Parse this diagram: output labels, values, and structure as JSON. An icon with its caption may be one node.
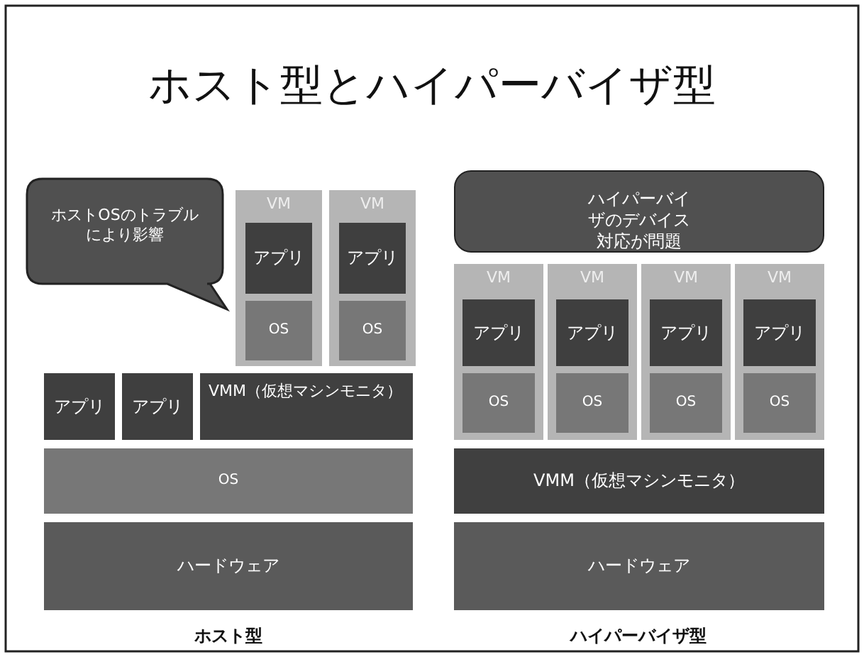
{
  "diagram": {
    "title": "ホスト型とハイパーバイザ型",
    "nodes": [
      {
        "text": [
          "ホストOSのトラブルにより影響"
        ]
      },
      {
        "text": [
          "VM"
        ]
      },
      {
        "text": [
          "アプリ"
        ],
        "in": 1
      },
      {
        "text": [
          "OS"
        ],
        "in": 1
      },
      {
        "text": [
          "VM"
        ]
      },
      {
        "text": [
          "アプリ"
        ],
        "in": 4
      },
      {
        "text": [
          "OS"
        ],
        "in": 4
      },
      {
        "text": [
          "アプリ"
        ]
      },
      {
        "text": [
          "アプリ"
        ]
      },
      {
        "text": [
          "VMM（仮想マシンモニタ）"
        ]
      },
      {
        "text": [
          "OS"
        ]
      },
      {
        "text": [
          "ハードウェア"
        ]
      },
      {
        "text": [
          "ハイパーバイザのデバイス対応が問題"
        ]
      },
      {
        "text": [
          "VM"
        ]
      },
      {
        "text": [
          "アプリ"
        ],
        "in": 13
      },
      {
        "text": [
          "OS"
        ],
        "in": 13
      },
      {
        "text": [
          "VM"
        ]
      },
      {
        "text": [
          "アプリ"
        ],
        "in": 16
      },
      {
        "text": [
          "OS"
        ],
        "in": 16
      },
      {
        "text": [
          "VM"
        ]
      },
      {
        "text": [
          "アプリ"
        ],
        "in": 19
      },
      {
        "text": [
          "OS"
        ],
        "in": 19
      },
      {
        "text": [
          "VM"
        ]
      },
      {
        "text": [
          "アプリ"
        ],
        "in": 22
      },
      {
        "text": [
          "OS"
        ],
        "in": 22
      },
      {
        "text": [
          "VMM（仮想マシンモニタ）"
        ]
      },
      {
        "text": [
          "ハードウェア"
        ]
      }
    ],
    "labels": [
      "ホスト型",
      "ハイパーバイザ型"
    ]
  }
}
